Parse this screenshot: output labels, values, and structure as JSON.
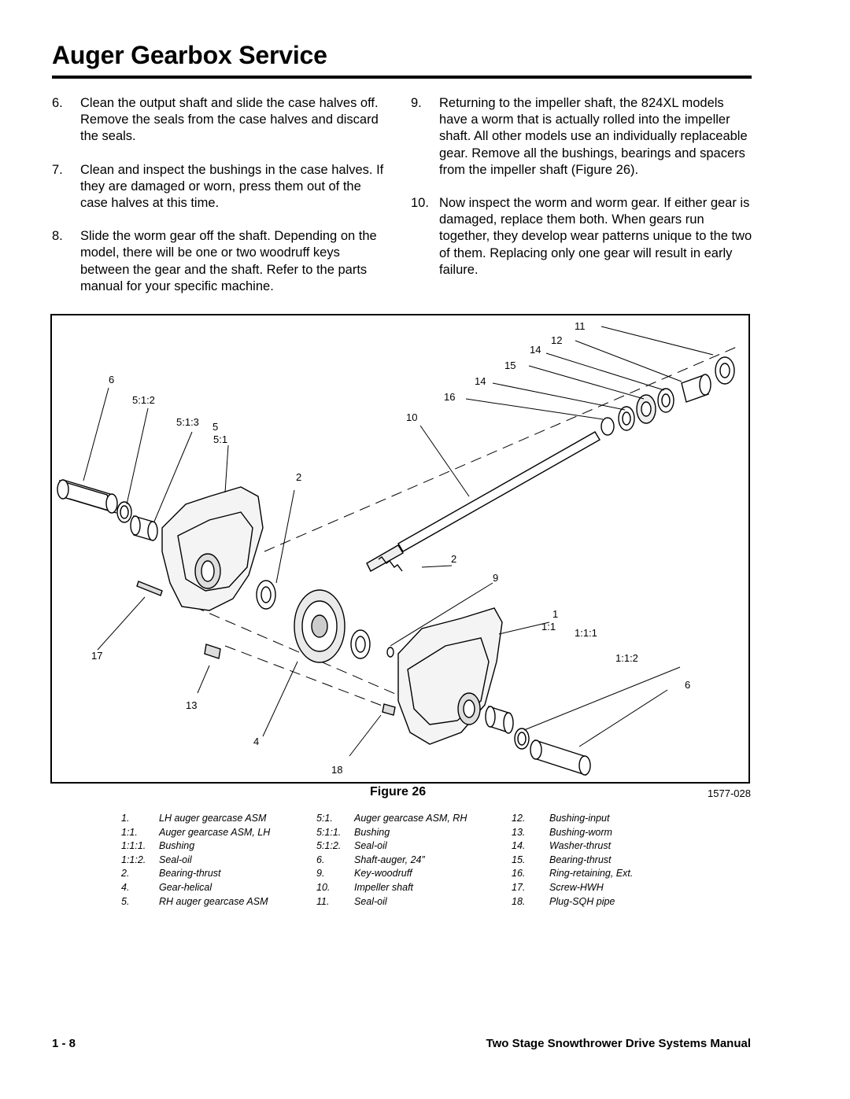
{
  "page": {
    "title": "Auger Gearbox Service"
  },
  "steps_left": [
    {
      "num": "6.",
      "text": "Clean the output shaft and slide the case halves off. Remove the seals from the case halves and discard the seals."
    },
    {
      "num": "7.",
      "text": "Clean and inspect the bushings in the case halves. If they are damaged or worn, press them out of the case halves at this time."
    },
    {
      "num": "8.",
      "text": "Slide the worm gear off the shaft. Depending on the model, there will be one or two woodruff keys between the gear and the shaft. Refer to the parts manual for your specific machine."
    }
  ],
  "steps_right": [
    {
      "num": "9.",
      "text": "Returning to the impeller shaft, the 824XL models have a worm that is actually rolled into the impeller shaft. All other models use an individually replaceable gear. Remove all the bushings, bearings and spacers from the impeller shaft (Figure 26)."
    },
    {
      "num": "10.",
      "text": "Now inspect the worm and worm gear. If either gear is damaged, replace them both. When gears run together, they develop wear patterns unique to the two of them. Replacing only one gear will result in early failure."
    }
  ],
  "figure": {
    "caption": "Figure 26",
    "code": "1577-028",
    "callouts": {
      "c11": "11",
      "c12": "12",
      "c14a": "14",
      "c15": "15",
      "c14b": "14",
      "c16": "16",
      "c6a": "6",
      "c512": "5:1:2",
      "c513": "5:1:3",
      "c5": "5",
      "c51": "5:1",
      "c10": "10",
      "c2a": "2",
      "c2b": "2",
      "c9": "9",
      "c1": "1",
      "c11b": "1:1",
      "c111": "1:1:1",
      "c112": "1:1:2",
      "c6b": "6",
      "c17": "17",
      "c13": "13",
      "c4": "4",
      "c18": "18"
    }
  },
  "legend": {
    "col1": [
      {
        "k": "1.",
        "v": "LH auger gearcase ASM"
      },
      {
        "k": "1:1.",
        "v": "Auger gearcase ASM, LH"
      },
      {
        "k": "1:1:1.",
        "v": "Bushing"
      },
      {
        "k": "1:1:2.",
        "v": "Seal-oil"
      },
      {
        "k": "2.",
        "v": "Bearing-thrust"
      },
      {
        "k": "4.",
        "v": "Gear-helical"
      },
      {
        "k": "5.",
        "v": "RH auger gearcase ASM"
      }
    ],
    "col2": [
      {
        "k": "5:1.",
        "v": "Auger gearcase ASM, RH"
      },
      {
        "k": "5:1:1.",
        "v": "Bushing"
      },
      {
        "k": "5:1:2.",
        "v": "Seal-oil"
      },
      {
        "k": "6.",
        "v": "Shaft-auger, 24”"
      },
      {
        "k": "9.",
        "v": "Key-woodruff"
      },
      {
        "k": "10.",
        "v": "Impeller shaft"
      },
      {
        "k": "11.",
        "v": "Seal-oil"
      }
    ],
    "col3": [
      {
        "k": "12.",
        "v": "Bushing-input"
      },
      {
        "k": "13.",
        "v": "Bushing-worm"
      },
      {
        "k": "14.",
        "v": "Washer-thrust"
      },
      {
        "k": "15.",
        "v": "Bearing-thrust"
      },
      {
        "k": "16.",
        "v": "Ring-retaining, Ext."
      },
      {
        "k": "17.",
        "v": "Screw-HWH"
      },
      {
        "k": "18.",
        "v": "Plug-SQH pipe"
      }
    ]
  },
  "footer": {
    "page_number": "1 - 8",
    "manual_title": "Two Stage Snowthrower Drive Systems Manual"
  }
}
